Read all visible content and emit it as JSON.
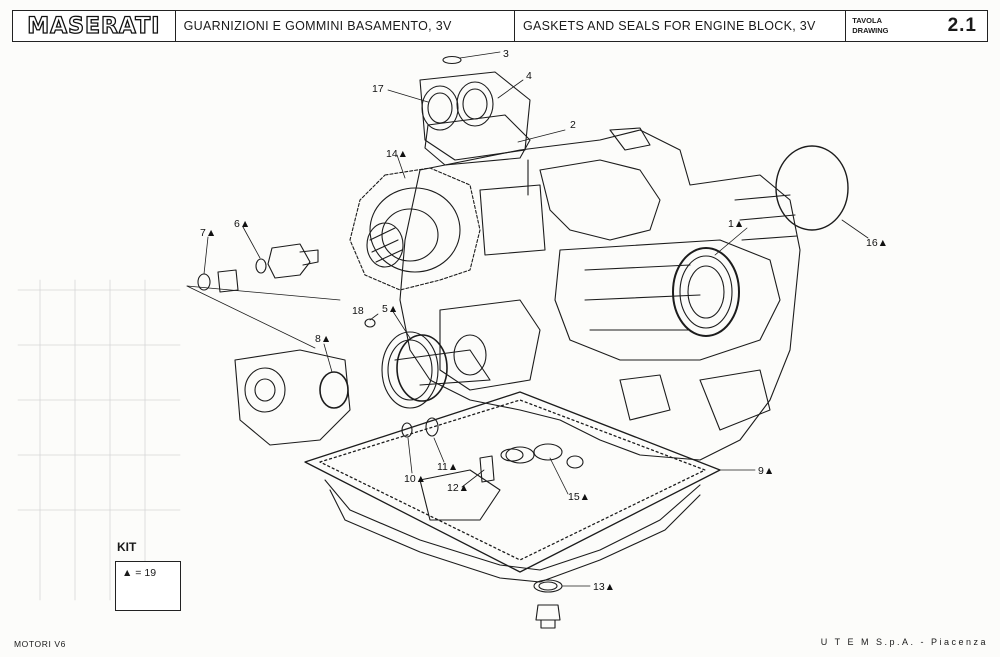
{
  "header": {
    "brand": "MASERATI",
    "title_it": "GUARNIZIONI E GOMMINI BASAMENTO, 3V",
    "title_en": "GASKETS AND SEALS FOR ENGINE BLOCK, 3V",
    "tavola_label": "TAVOLA",
    "drawing_label": "DRAWING",
    "drawing_number": "2.1"
  },
  "callouts": [
    "1▲",
    "2",
    "3",
    "4",
    "5▲",
    "6▲",
    "7▲",
    "8▲",
    "9▲",
    "10▲",
    "11▲",
    "12▲",
    "13▲",
    "14▲",
    "15▲",
    "16▲",
    "17",
    "18"
  ],
  "kit": {
    "label": "KIT",
    "text": "▲ = 19"
  },
  "footer": {
    "left": "MOTORI V6",
    "right": "U T E M  S.p.A. - Piacenza"
  }
}
